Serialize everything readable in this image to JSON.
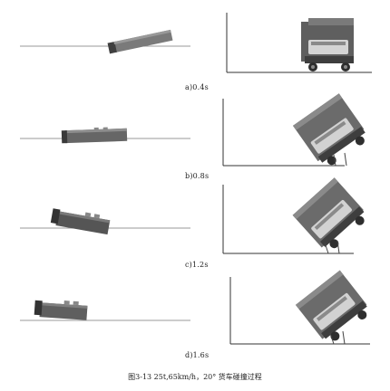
{
  "panels": [
    {
      "label": "a)0.4s"
    },
    {
      "label": "b)0.8s"
    },
    {
      "label": "c)1.2s"
    },
    {
      "label": "d)1.6s"
    }
  ],
  "caption": "图3-13  25t,65km/h，20° 货车碰撞过程",
  "colors": {
    "truck_body": "#6f6f6f",
    "truck_dark": "#444444",
    "truck_cab": "#5a5a5a",
    "windshield": "#c9c9c9",
    "barrier_line": "#9a9a9a",
    "axis_line": "#333333"
  }
}
